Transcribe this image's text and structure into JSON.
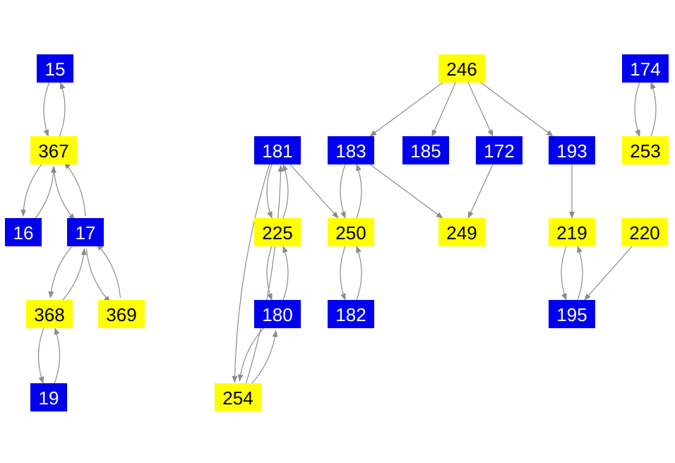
{
  "colors": {
    "blue_node": "#0000ee",
    "yellow_node": "#ffff00",
    "blue_text": "#ffffff",
    "yellow_text": "#000000",
    "edge": "#8c8c8c"
  },
  "nodes": [
    {
      "id": "15",
      "label": "15",
      "kind": "blue"
    },
    {
      "id": "367",
      "label": "367",
      "kind": "yellow"
    },
    {
      "id": "16",
      "label": "16",
      "kind": "blue"
    },
    {
      "id": "17",
      "label": "17",
      "kind": "blue"
    },
    {
      "id": "368",
      "label": "368",
      "kind": "yellow"
    },
    {
      "id": "369",
      "label": "369",
      "kind": "yellow"
    },
    {
      "id": "19",
      "label": "19",
      "kind": "blue"
    },
    {
      "id": "181",
      "label": "181",
      "kind": "blue"
    },
    {
      "id": "225",
      "label": "225",
      "kind": "yellow"
    },
    {
      "id": "180",
      "label": "180",
      "kind": "blue"
    },
    {
      "id": "254",
      "label": "254",
      "kind": "yellow"
    },
    {
      "id": "183",
      "label": "183",
      "kind": "blue"
    },
    {
      "id": "250",
      "label": "250",
      "kind": "yellow"
    },
    {
      "id": "182",
      "label": "182",
      "kind": "blue"
    },
    {
      "id": "246",
      "label": "246",
      "kind": "yellow"
    },
    {
      "id": "185",
      "label": "185",
      "kind": "blue"
    },
    {
      "id": "172",
      "label": "172",
      "kind": "blue"
    },
    {
      "id": "249",
      "label": "249",
      "kind": "yellow"
    },
    {
      "id": "193",
      "label": "193",
      "kind": "blue"
    },
    {
      "id": "219",
      "label": "219",
      "kind": "yellow"
    },
    {
      "id": "195",
      "label": "195",
      "kind": "blue"
    },
    {
      "id": "220",
      "label": "220",
      "kind": "yellow"
    },
    {
      "id": "174",
      "label": "174",
      "kind": "blue"
    },
    {
      "id": "253",
      "label": "253",
      "kind": "yellow"
    }
  ],
  "edges": [
    {
      "from": "15",
      "to": "367"
    },
    {
      "from": "367",
      "to": "15"
    },
    {
      "from": "367",
      "to": "16"
    },
    {
      "from": "16",
      "to": "367"
    },
    {
      "from": "367",
      "to": "17"
    },
    {
      "from": "17",
      "to": "367"
    },
    {
      "from": "17",
      "to": "368"
    },
    {
      "from": "368",
      "to": "17"
    },
    {
      "from": "17",
      "to": "369"
    },
    {
      "from": "369",
      "to": "17"
    },
    {
      "from": "368",
      "to": "19"
    },
    {
      "from": "19",
      "to": "368"
    },
    {
      "from": "181",
      "to": "225"
    },
    {
      "from": "225",
      "to": "181"
    },
    {
      "from": "225",
      "to": "180"
    },
    {
      "from": "180",
      "to": "225"
    },
    {
      "from": "181",
      "to": "254"
    },
    {
      "from": "254",
      "to": "181"
    },
    {
      "from": "180",
      "to": "254"
    },
    {
      "from": "254",
      "to": "180"
    },
    {
      "from": "181",
      "to": "250"
    },
    {
      "from": "183",
      "to": "250"
    },
    {
      "from": "250",
      "to": "183"
    },
    {
      "from": "250",
      "to": "182"
    },
    {
      "from": "182",
      "to": "250"
    },
    {
      "from": "183",
      "to": "249"
    },
    {
      "from": "246",
      "to": "183"
    },
    {
      "from": "246",
      "to": "185"
    },
    {
      "from": "246",
      "to": "172"
    },
    {
      "from": "246",
      "to": "193"
    },
    {
      "from": "172",
      "to": "249"
    },
    {
      "from": "193",
      "to": "219"
    },
    {
      "from": "219",
      "to": "195"
    },
    {
      "from": "195",
      "to": "219"
    },
    {
      "from": "220",
      "to": "195"
    },
    {
      "from": "174",
      "to": "253"
    },
    {
      "from": "253",
      "to": "174"
    }
  ]
}
